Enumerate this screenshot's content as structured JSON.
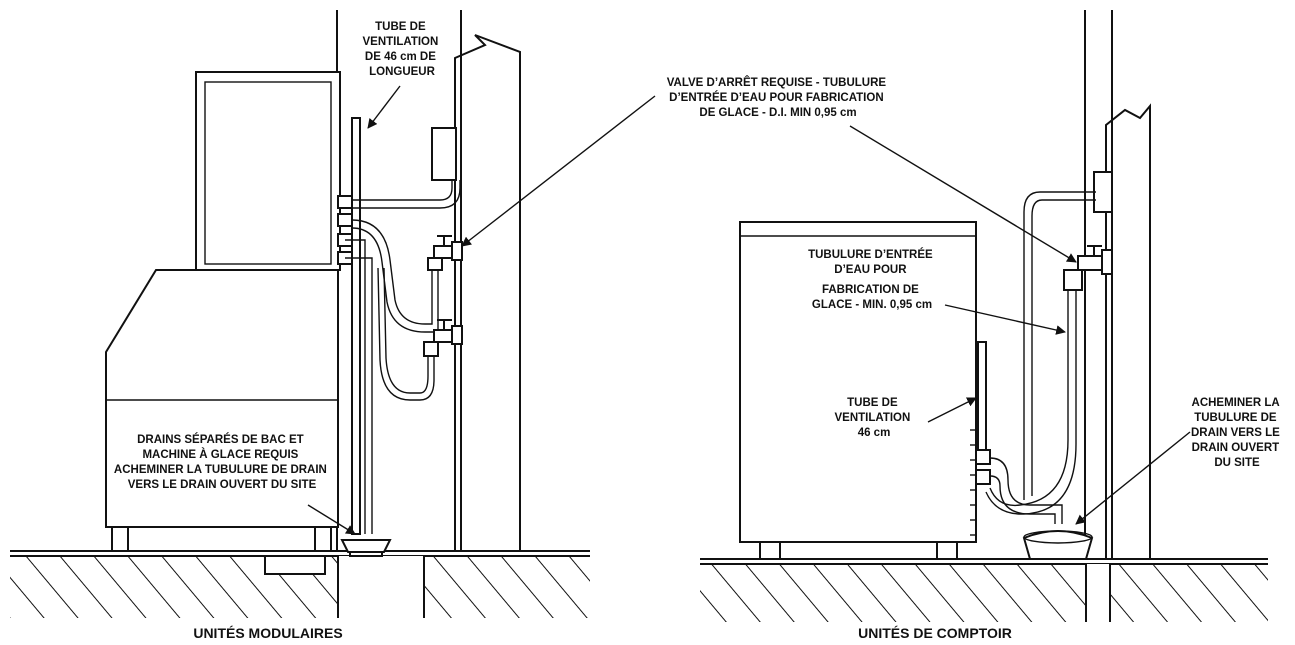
{
  "labels": {
    "vent_tube_modular": [
      "TUBE DE",
      "VENTILATION",
      "DE 46 cm DE",
      "LONGUEUR"
    ],
    "shutoff_valve": [
      "VALVE D’ARRÊT REQUISE - TUBULURE",
      "D’ENTRÉE D’EAU POUR FABRICATION",
      "DE GLACE - D.I. MIN 0,95 cm"
    ],
    "separate_drains": [
      "DRAINS SÉPARÉS DE BAC ET",
      "MACHINE À GLACE REQUIS",
      "ACHEMINER LA TUBULURE DE DRAIN",
      "VERS LE DRAIN OUVERT DU SITE"
    ],
    "water_inlet_tubing": [
      "TUBULURE D’ENTRÉE",
      "D’EAU POUR",
      "FABRICATION DE",
      "GLACE - MIN. 0,95 cm"
    ],
    "vent_tube_counter": [
      "TUBE DE",
      "VENTILATION",
      "46 cm"
    ],
    "route_drain": [
      "ACHEMINER LA",
      "TUBULURE DE",
      "DRAIN VERS LE",
      "DRAIN OUVERT",
      "DU SITE"
    ]
  },
  "captions": {
    "modular": "UNITÉS MODULAIRES",
    "countertop": "UNITÉS DE COMPTOIR"
  }
}
